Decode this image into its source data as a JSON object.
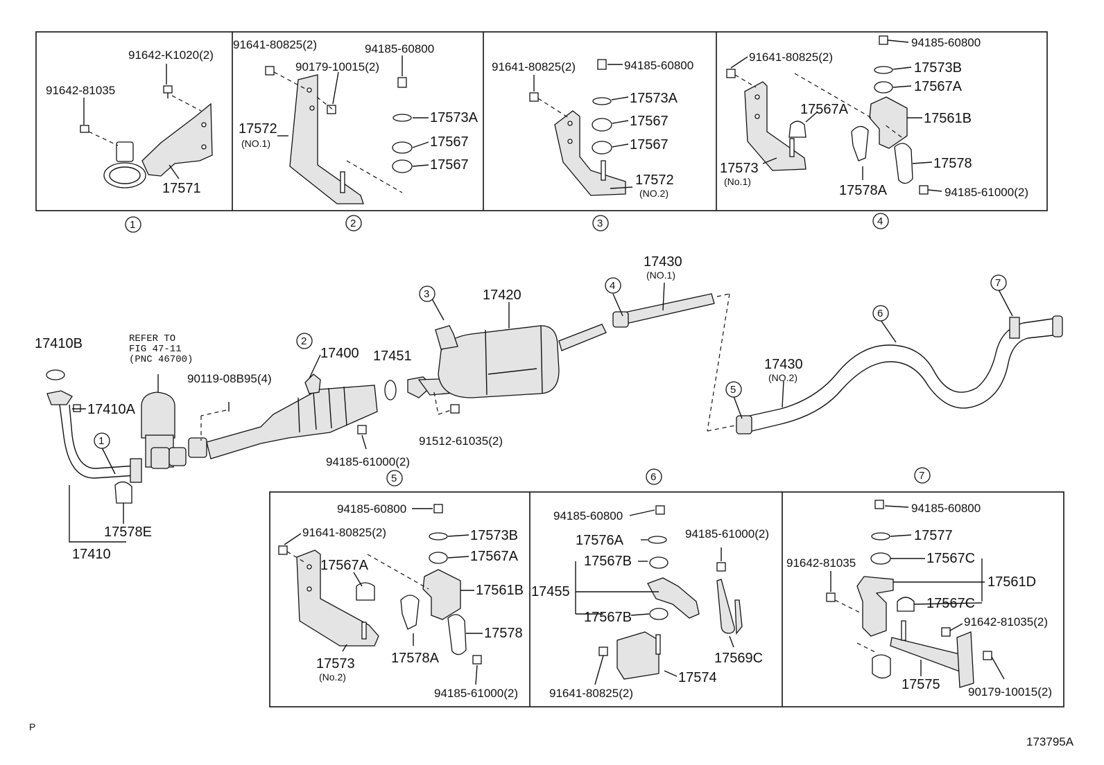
{
  "diagram": {
    "image_code": "173795A",
    "corner_mark": "P",
    "refer_note": [
      "REFER TO",
      "FIG 47-11",
      "(PNC 46700)"
    ],
    "circle_numbers": [
      "1",
      "2",
      "3",
      "4",
      "5",
      "6",
      "7"
    ]
  },
  "panel_1": {
    "labels": [
      "91642-K1020(2)",
      "91642-81035",
      "17571"
    ]
  },
  "panel_2": {
    "labels": [
      "91641-80825(2)",
      "90179-10015(2)",
      "94185-60800",
      "17573A",
      "17567",
      "17567",
      "17572",
      "(NO.1)"
    ]
  },
  "panel_3": {
    "labels": [
      "91641-80825(2)",
      "94185-60800",
      "17573A",
      "17567",
      "17567",
      "17572",
      "(NO.2)"
    ]
  },
  "panel_4": {
    "labels": [
      "91641-80825(2)",
      "94185-60800",
      "17573B",
      "17567A",
      "17567A",
      "17561B",
      "17578",
      "17573",
      "(No.1)",
      "17578A",
      "94185-61000(2)"
    ]
  },
  "main": {
    "labels": [
      "17410B",
      "17410A",
      "17578E",
      "17410",
      "90119-08B95(4)",
      "17400",
      "17451",
      "94185-61000(2)",
      "17420",
      "91512-61035(2)",
      "17430",
      "(NO.1)",
      "17430",
      "(NO.2)"
    ]
  },
  "panel_5": {
    "labels": [
      "94185-60800",
      "91641-80825(2)",
      "17573B",
      "17567A",
      "17567A",
      "17561B",
      "17578",
      "17573",
      "(No.2)",
      "17578A",
      "94185-61000(2)"
    ]
  },
  "panel_6": {
    "labels": [
      "94185-60800",
      "17576A",
      "94185-61000(2)",
      "17567B",
      "17455",
      "17567B",
      "17569C",
      "91641-80825(2)",
      "17574"
    ]
  },
  "panel_7": {
    "labels": [
      "94185-60800",
      "17577",
      "91642-81035",
      "17567C",
      "17561D",
      "17567C",
      "91642-81035(2)",
      "17575",
      "90179-10015(2)"
    ]
  }
}
